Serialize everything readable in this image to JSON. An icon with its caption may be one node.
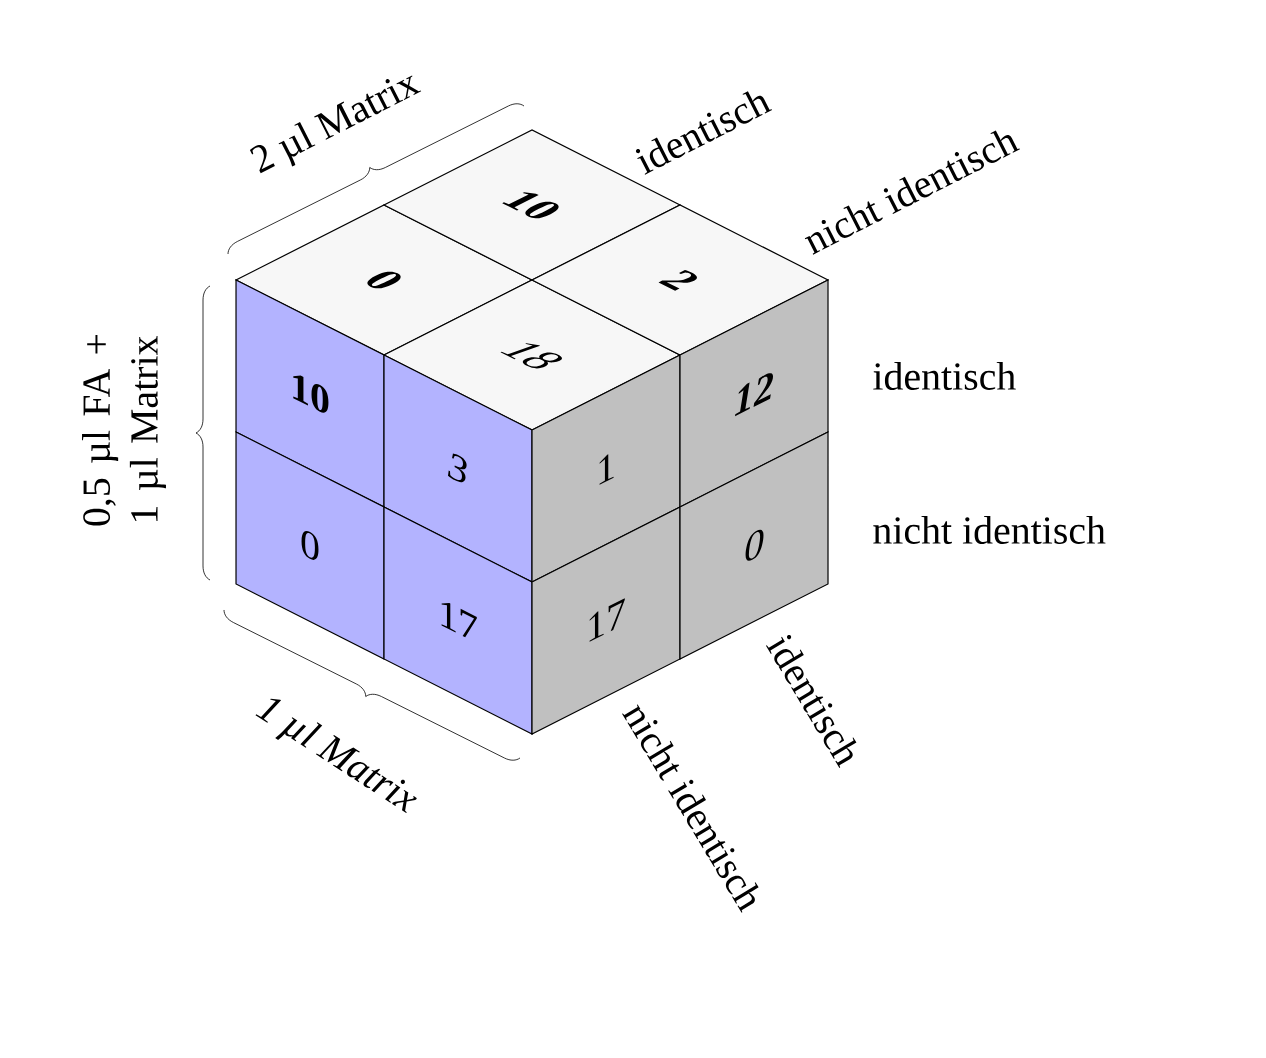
{
  "diagram": {
    "nodes": [
      {
        "text": [
          "0"
        ]
      },
      {
        "text": [
          "10"
        ]
      },
      {
        "text": [
          "18"
        ]
      },
      {
        "text": [
          "2"
        ]
      },
      {
        "text": [
          "10"
        ]
      },
      {
        "text": [
          "3"
        ]
      },
      {
        "text": [
          "0"
        ]
      },
      {
        "text": [
          "17"
        ]
      },
      {
        "text": [
          "1"
        ]
      },
      {
        "text": [
          "12"
        ]
      },
      {
        "text": [
          "17"
        ]
      },
      {
        "text": [
          "0"
        ]
      }
    ],
    "labels": [
      "2 µl Matrix",
      "identisch",
      "nicht identisch",
      "0,5 µl FA + 1 µl Matrix",
      "identisch",
      "nicht identisch",
      "1 µl Matrix",
      "nicht identisch",
      "identisch"
    ]
  }
}
